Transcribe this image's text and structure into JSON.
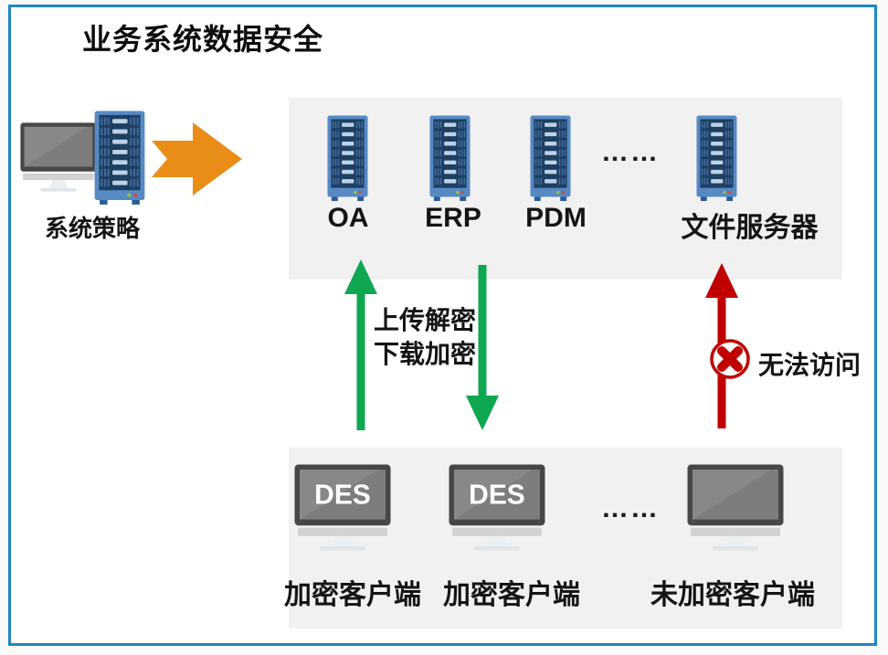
{
  "page": {
    "title": "业务系统数据安全"
  },
  "policy": {
    "label": "系统策略"
  },
  "top_panel": {
    "servers": [
      {
        "label": "OA"
      },
      {
        "label": "ERP"
      },
      {
        "label": "PDM"
      }
    ],
    "ellipsis": "……",
    "file_server": {
      "label": "文件服务器"
    }
  },
  "flows": {
    "upload_line": "上传解密",
    "download_line": "下载加密",
    "deny_label": "无法访问"
  },
  "bottom_panel": {
    "clients": [
      {
        "screen_text": "DES",
        "label": "加密客户端"
      },
      {
        "screen_text": "DES",
        "label": "加密客户端"
      }
    ],
    "ellipsis": "……",
    "unencrypted": {
      "label": "未加密客户端"
    }
  },
  "colors": {
    "border_blue": "#1E87C4",
    "panel_gray": "#F1F1F1",
    "green": "#0FA751",
    "red": "#C00000",
    "orange": "#E98D17",
    "server_blue": "#5789C3",
    "server_dark": "#1E3F62"
  }
}
